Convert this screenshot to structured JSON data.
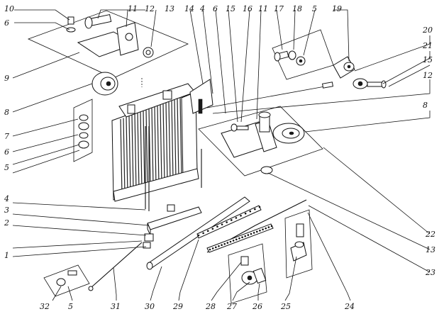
{
  "callouts": [
    {
      "id": "c10a",
      "text": "10"
    },
    {
      "id": "c6a",
      "text": "6"
    },
    {
      "id": "c11a",
      "text": "11"
    },
    {
      "id": "c12a",
      "text": "12"
    },
    {
      "id": "c13",
      "text": "13"
    },
    {
      "id": "c14",
      "text": "14"
    },
    {
      "id": "c4a",
      "text": "4"
    },
    {
      "id": "c6b",
      "text": "6"
    },
    {
      "id": "c15a",
      "text": "15"
    },
    {
      "id": "c16",
      "text": "16"
    },
    {
      "id": "c11b",
      "text": "11"
    },
    {
      "id": "c17",
      "text": "17"
    },
    {
      "id": "c18",
      "text": "18"
    },
    {
      "id": "c5a",
      "text": "5"
    },
    {
      "id": "c19",
      "text": "19"
    },
    {
      "id": "c20",
      "text": "20"
    },
    {
      "id": "c21",
      "text": "21"
    },
    {
      "id": "c15b",
      "text": "15"
    },
    {
      "id": "c12b",
      "text": "12"
    },
    {
      "id": "c8a",
      "text": "8"
    },
    {
      "id": "c9",
      "text": "9"
    },
    {
      "id": "c8b",
      "text": "8"
    },
    {
      "id": "c7",
      "text": "7"
    },
    {
      "id": "c6c",
      "text": "6"
    },
    {
      "id": "c5b",
      "text": "5"
    },
    {
      "id": "c4b",
      "text": "4"
    },
    {
      "id": "c3",
      "text": "3"
    },
    {
      "id": "c2",
      "text": "2"
    },
    {
      "id": "c1",
      "text": "1"
    },
    {
      "id": "c22",
      "text": "22"
    },
    {
      "id": "c13b",
      "text": "13"
    },
    {
      "id": "c23",
      "text": "23"
    },
    {
      "id": "c32",
      "text": "32"
    },
    {
      "id": "c5c",
      "text": "5"
    },
    {
      "id": "c31",
      "text": "31"
    },
    {
      "id": "c30",
      "text": "30"
    },
    {
      "id": "c29",
      "text": "29"
    },
    {
      "id": "c28",
      "text": "28"
    },
    {
      "id": "c27",
      "text": "27"
    },
    {
      "id": "c26",
      "text": "26"
    },
    {
      "id": "c25",
      "text": "25"
    },
    {
      "id": "c24",
      "text": "24"
    }
  ]
}
